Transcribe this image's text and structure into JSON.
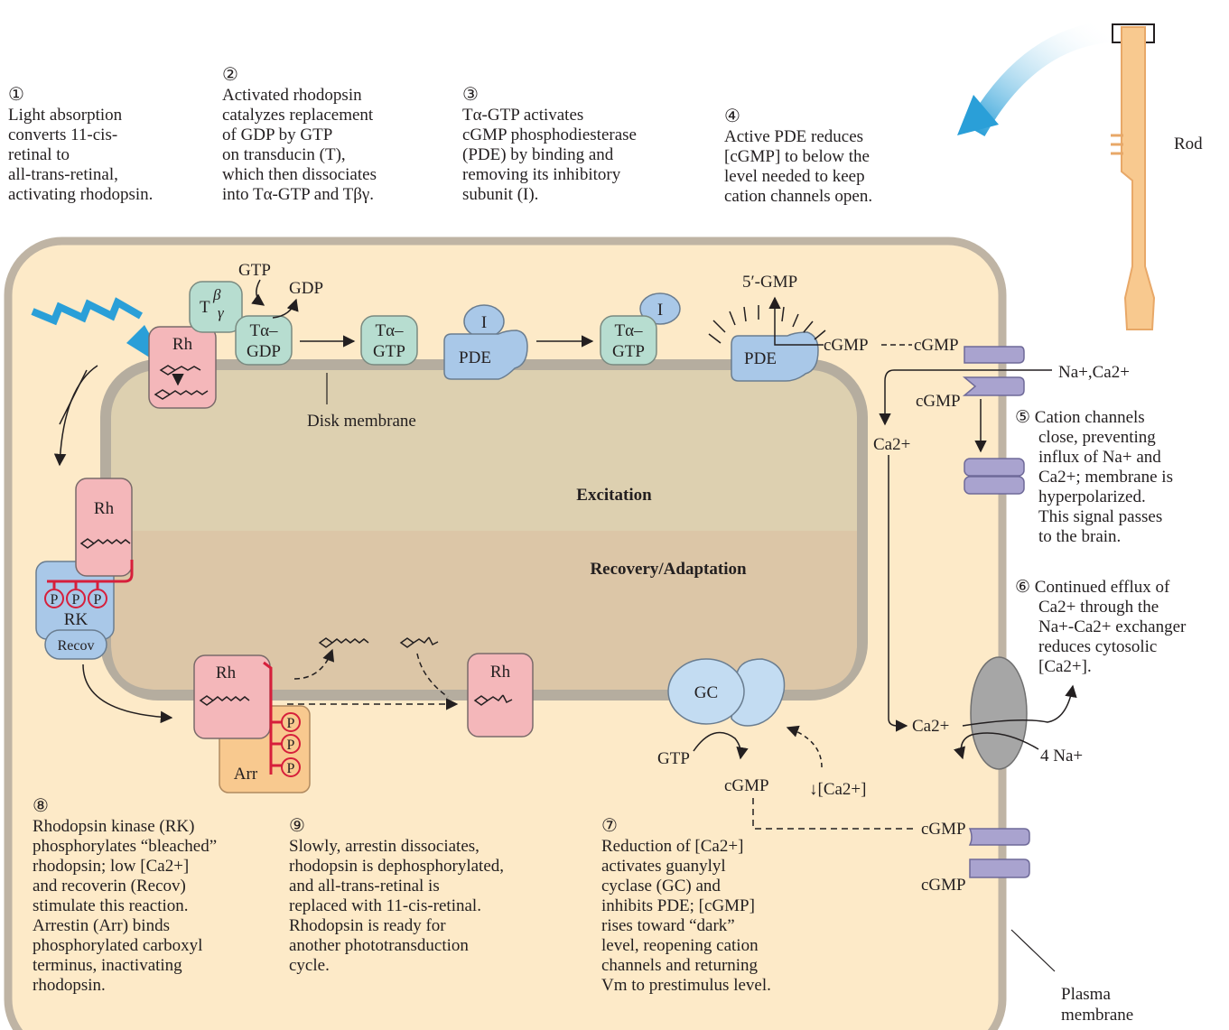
{
  "steps": [
    {
      "num": "①",
      "lines": [
        "Light absorption",
        "converts 11-cis-",
        "retinal to",
        "all-trans-retinal,",
        "activating rhodopsin."
      ]
    },
    {
      "num": "②",
      "lines": [
        "Activated rhodopsin",
        "catalyzes replacement",
        "of GDP by GTP",
        "on transducin (T),",
        "which then dissociates",
        "into Tα-GTP and Tβγ."
      ]
    },
    {
      "num": "③",
      "lines": [
        "Tα-GTP activates",
        "cGMP phosphodiesterase",
        "(PDE) by binding and",
        "removing its inhibitory",
        "subunit (I)."
      ]
    },
    {
      "num": "④",
      "lines": [
        "Active PDE reduces",
        "[cGMP] to below the",
        "level needed to keep",
        "cation channels open."
      ]
    },
    {
      "num": "⑤",
      "lines": [
        "Cation channels",
        "close, preventing",
        "influx of Na+ and",
        "Ca2+; membrane is",
        "hyperpolarized.",
        "This signal passes",
        "to the brain."
      ]
    },
    {
      "num": "⑥",
      "lines": [
        "Continued efflux of",
        "Ca2+ through the",
        "Na+-Ca2+ exchanger",
        "reduces cytosolic",
        "[Ca2+]."
      ]
    },
    {
      "num": "⑦",
      "lines": [
        "Reduction of [Ca2+]",
        "activates guanylyl",
        "cyclase (GC) and",
        "inhibits PDE; [cGMP]",
        "rises toward “dark”",
        "level, reopening cation",
        "channels and returning",
        "Vm to prestimulus level."
      ]
    },
    {
      "num": "⑧",
      "lines": [
        "Rhodopsin kinase (RK)",
        "phosphorylates “bleached”",
        "rhodopsin; low [Ca2+]",
        "and recoverin (Recov)",
        "stimulate this reaction.",
        "Arrestin (Arr) binds",
        "phosphorylated carboxyl",
        "terminus, inactivating",
        "rhodopsin."
      ]
    },
    {
      "num": "⑨",
      "lines": [
        "Slowly, arrestin dissociates,",
        "rhodopsin is dephosphorylated,",
        "and all-trans-retinal is",
        "replaced with 11-cis-retinal.",
        "Rhodopsin is ready for",
        "another phototransduction",
        "cycle."
      ]
    }
  ],
  "labels": {
    "rod": "Rod",
    "disk_membrane": "Disk membrane",
    "excitation": "Excitation",
    "recovery": "Recovery/Adaptation",
    "plasma_membrane_1": "Plasma",
    "plasma_membrane_2": "membrane",
    "rh": "Rh",
    "t_beta_gamma_t": "T",
    "beta": "β",
    "gamma": "γ",
    "t_alpha_gdp_1": "Tα–",
    "t_alpha_gdp_2": "GDP",
    "t_alpha_gtp_1": "Tα–",
    "t_alpha_gtp_2": "GTP",
    "gtp": "GTP",
    "gdp": "GDP",
    "pde": "PDE",
    "i": "I",
    "five_gmp": "5′-GMP",
    "cgmp": "cGMP",
    "na_ca": "Na+,Ca2+",
    "ca2": "Ca2+",
    "four_na": "4 Na+",
    "rk": "RK",
    "recov": "Recov",
    "arr": "Arr",
    "p": "P",
    "gc": "GC",
    "low_ca": "↓[Ca2+]"
  },
  "colors": {
    "cell_fill": "#fdeac8",
    "cell_border": "#bfb4a4",
    "excitation_zone": "#ddd0b0",
    "recovery_zone": "#dcc6a7",
    "rhodopsin": "#f4b7ba",
    "transducin": "#b7ddd0",
    "pde": "#a9c8e8",
    "channel": "#a9a3cf",
    "arrestin": "#f8c98f",
    "gc": "#c3dcf2",
    "exchanger": "#a6a6a6",
    "light_arrow": "#2a9fd8",
    "phosphate": "#d61f3b"
  }
}
